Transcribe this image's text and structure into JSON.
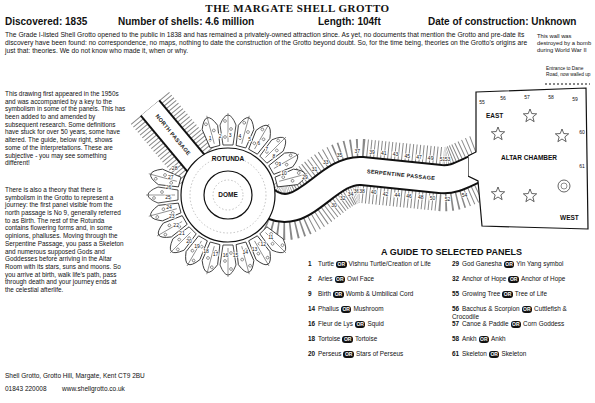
{
  "diagram": {
    "title": "THE MARGATE SHELL GROTTO",
    "nodes": [
      {
        "text": [
          "ROTUNDA"
        ]
      },
      {
        "text": [
          "DOME"
        ],
        "in": 0
      },
      {
        "text": [
          "ALTAR CHAMBER"
        ]
      }
    ],
    "labels": [
      "Discovered: 1835",
      "Number of shells: 4.6 million",
      "Length: 104ft",
      "Date of construction: Unknown",
      "The Grade I-listed Shell Grotto opened to the public in 1838 and has remained a privately-owned attraction since. As yet, no documents that mention the Grotto and pre-date its discovery have been found: no correspondence, no maps, nothing to date the construction of the Grotto beyond doubt. So, for the time being, theories on the Grotto's origins are just that: theories. We do not know who made it, when or why.",
      "This wall was destroyed by a bomb during World War II",
      "This drawing first appeared in the 1950s and was accompanied by a key to the symbolism in some of the panels. This has been added to and amended by subsequent research. Some definitions have stuck for over 50 years, some have altered. The guide, below right, shows some of the interpretations. These are subjective - you may see something different!",
      "There is also a theory that there is symbolism in the Grotto to represent a journey: the first panel visible from the north passage is No 9, generally referred to as Birth. The rest of the Rotunda contains flowering forms and, in some opinions, phalluses. Moving through the Serpentine Passage, you pass a Skeleton and numerous supposed Gods and Goddesses before arriving in the Altar Room with its stars, suns and moons. So you arrive at birth, walk life's path, pass through death and your journey ends at the celestial afterlife.",
      "NORTH PASSAGE",
      "SERPENTINE PASSAGE",
      "EAST",
      "WEST",
      "Entrance to Dane Road, now walled up",
      "A GUIDE TO SELECTED PANELS",
      "1",
      "Turtle",
      "OR",
      "Vishnu Turtle/Creation of Life",
      "2",
      "Aries",
      "OR",
      "Owl Face",
      "9",
      "Birth",
      "OR",
      "Womb & Umbilical Cord",
      "14",
      "Phallus",
      "OR",
      "Mushroom",
      "16",
      "Fleur de Lys",
      "OR",
      "Squid",
      "18",
      "Tortoise",
      "OR",
      "Tortoise",
      "20",
      "Perseus",
      "OR",
      "Stars of Perseus",
      "29",
      "God Ganesha",
      "OR",
      "Yin Yang symbol",
      "32",
      "Anchor of Hope",
      "OR",
      "Anchor of Hope",
      "55",
      "Growing Tree",
      "OR",
      "Tree of Life",
      "56",
      "Bacchus & Scorpion",
      "OR",
      "Cuttlefish & Crocodile",
      "57",
      "Canoe & Paddle",
      "OR",
      "Corn Goddess",
      "58",
      "Ankh",
      "OR",
      "Ankh",
      "61",
      "Skeleton",
      "OR",
      "Skeleton",
      "Shell Grotto, Grotto Hill, Margate, Kent CT9 2BU",
      "01843 220008",
      "www.shellgrotto.co.uk",
      "1",
      "2",
      "3",
      "4",
      "5",
      "6",
      "7",
      "8",
      "9",
      "10",
      "11",
      "12",
      "13",
      "14",
      "15",
      "16",
      "17",
      "18",
      "19",
      "20",
      "21",
      "22",
      "23",
      "24",
      "25",
      "26",
      "27",
      "28",
      "29",
      "30",
      "31",
      "32",
      "33",
      "34",
      "35",
      "36",
      "37",
      "38",
      "39",
      "40",
      "41",
      "42",
      "43",
      "44",
      "45",
      "46",
      "47",
      "48",
      "49",
      "50",
      "51",
      "52",
      "53",
      "54",
      "55",
      "56",
      "57",
      "58",
      "59",
      "60",
      "61"
    ]
  }
}
